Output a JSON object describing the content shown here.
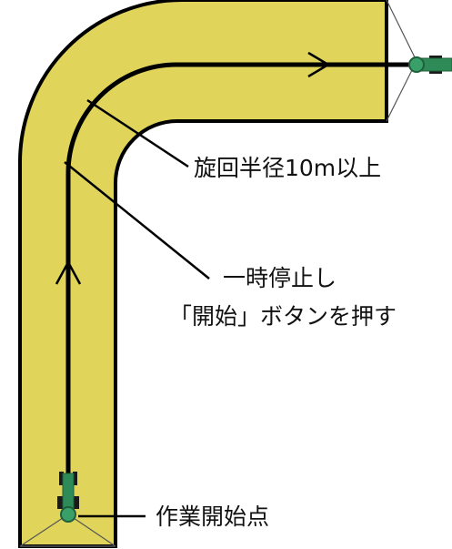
{
  "diagram": {
    "field_color": "#e0d55a",
    "line_color": "#000000",
    "tractor_color": "#2e8b57",
    "labels": {
      "turn_radius": "旋回半径10m以上",
      "pause_line1": "一時停止し",
      "pause_line2": "「開始」ボタンを押す",
      "start_point": "作業開始点"
    },
    "icons": [
      "tractor-icon",
      "tractor-icon",
      "direction-arrow-icon",
      "direction-arrow-icon"
    ]
  }
}
